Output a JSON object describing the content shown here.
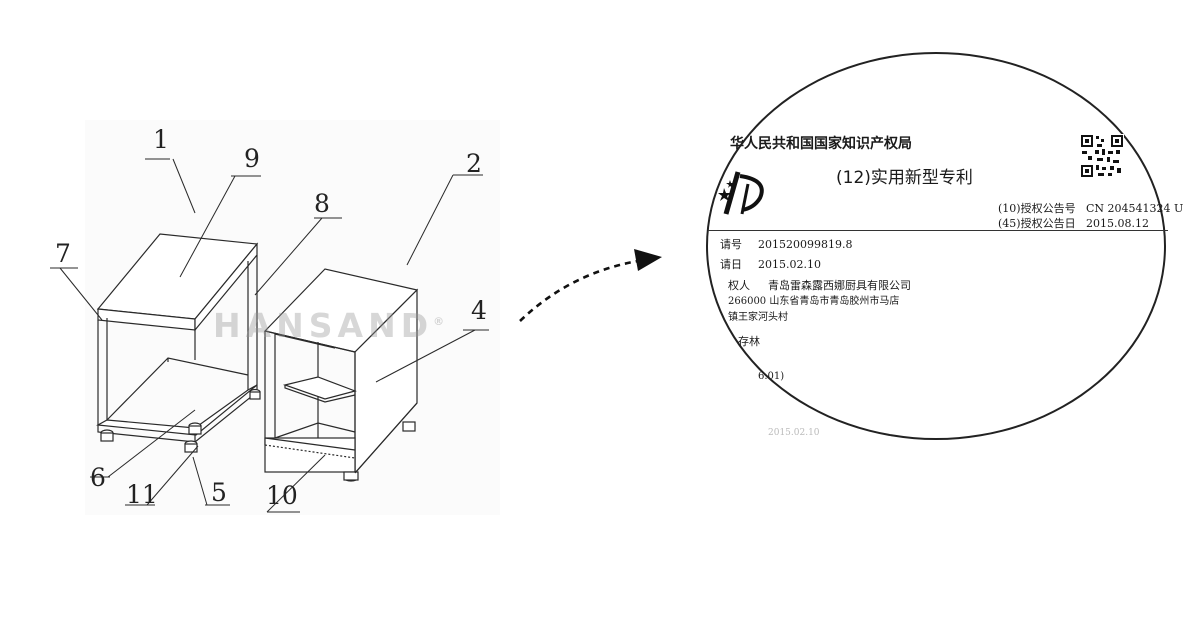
{
  "callouts": {
    "c1": "1",
    "c2": "2",
    "c4": "4",
    "c5": "5",
    "c6": "6",
    "c7": "7",
    "c8": "8",
    "c9": "9",
    "c10": "10",
    "c11": "11"
  },
  "watermark": {
    "text": "HANSAND",
    "mark": "®"
  },
  "patent": {
    "authority": "华人民共和国国家知识产权局",
    "doc_type": "(12)实用新型专利",
    "pub_no_label": "(10)授权公告号",
    "pub_no_value": "CN 204541324 U",
    "pub_date_label": "(45)授权公告日",
    "pub_date_value": "2015.08.12",
    "app_no_label": "请号",
    "app_no_value": "201520099819.8",
    "app_date_label": "请日",
    "app_date_value": "2015.02.10",
    "holder_label": "权人",
    "holder_value": "青岛雷森露西娜厨具有限公司",
    "address_line1": "266000 山东省青岛市青岛胶州市马店",
    "address_line2": "镇王家河头村",
    "inventor": "存林",
    "classification": "6.01)",
    "faint_line": "2015.02.10"
  },
  "colors": {
    "line": "#2a2a2a",
    "panel": "#fbfbfb",
    "lens_border": "#222222"
  },
  "icons": {
    "arrow": "dashed-curved-arrow-icon",
    "qr": "qr-code-icon",
    "logo": "cnipa-logo-icon"
  }
}
